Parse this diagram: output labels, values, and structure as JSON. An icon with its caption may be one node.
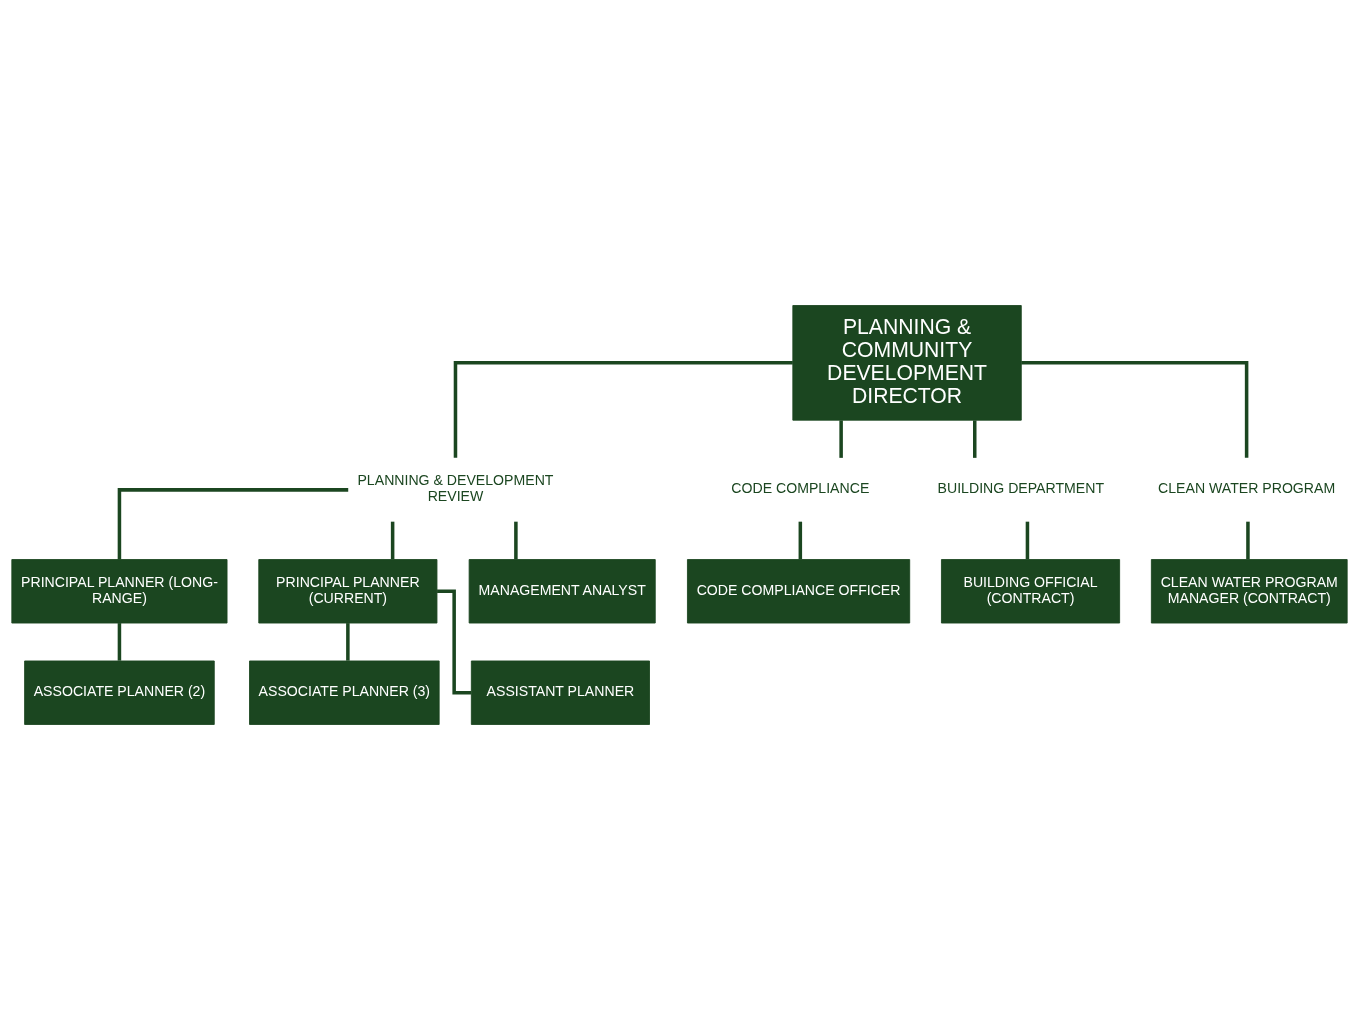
{
  "diagram": {
    "nodes": [
      {
        "text": [
          "PLANNING & COMMUNITY DEVELOPMENT DIRECTOR"
        ]
      },
      {
        "text": [
          "PLANNING & DEVELOPMENT REVIEW"
        ]
      },
      {
        "text": [
          "CODE COMPLIANCE"
        ]
      },
      {
        "text": [
          "BUILDING DEPARTMENT"
        ]
      },
      {
        "text": [
          "CLEAN WATER PROGRAM"
        ]
      },
      {
        "text": [
          "CODE COMPLIANCE OFFICER"
        ]
      },
      {
        "text": [
          "BUILDING OFFICIAL (CONTRACT)"
        ]
      },
      {
        "text": [
          "CLEAN WATER PROGRAM MANAGER (CONTRACT)"
        ]
      },
      {
        "text": [
          "PRINCIPAL PLANNER (LONG-RANGE)"
        ]
      },
      {
        "text": [
          "PRINCIPAL PLANNER (CURRENT)"
        ]
      },
      {
        "text": [
          "MANAGEMENT ANALYST"
        ]
      },
      {
        "text": [
          "ASSOCIATE PLANNER (2)"
        ]
      },
      {
        "text": [
          "ASSOCIATE PLANNER (3)"
        ]
      },
      {
        "text": [
          "ASSISTANT PLANNER"
        ]
      }
    ],
    "edges": [
      {
        "from": 0,
        "to": 1,
        "arrow": "none"
      },
      {
        "from": 0,
        "to": 2,
        "arrow": "none"
      },
      {
        "from": 0,
        "to": 3,
        "arrow": "none"
      },
      {
        "from": 0,
        "to": 4,
        "arrow": "none"
      },
      {
        "from": 2,
        "to": 5,
        "arrow": "none"
      },
      {
        "from": 3,
        "to": 6,
        "arrow": "none"
      },
      {
        "from": 4,
        "to": 7,
        "arrow": "none"
      },
      {
        "from": 1,
        "to": 8,
        "arrow": "none"
      },
      {
        "from": 1,
        "to": 9,
        "arrow": "none"
      },
      {
        "from": 1,
        "to": 10,
        "arrow": "none"
      },
      {
        "from": 8,
        "to": 11,
        "arrow": "none"
      },
      {
        "from": 9,
        "to": 12,
        "arrow": "none"
      },
      {
        "from": 9,
        "to": 13,
        "arrow": "none"
      }
    ]
  }
}
